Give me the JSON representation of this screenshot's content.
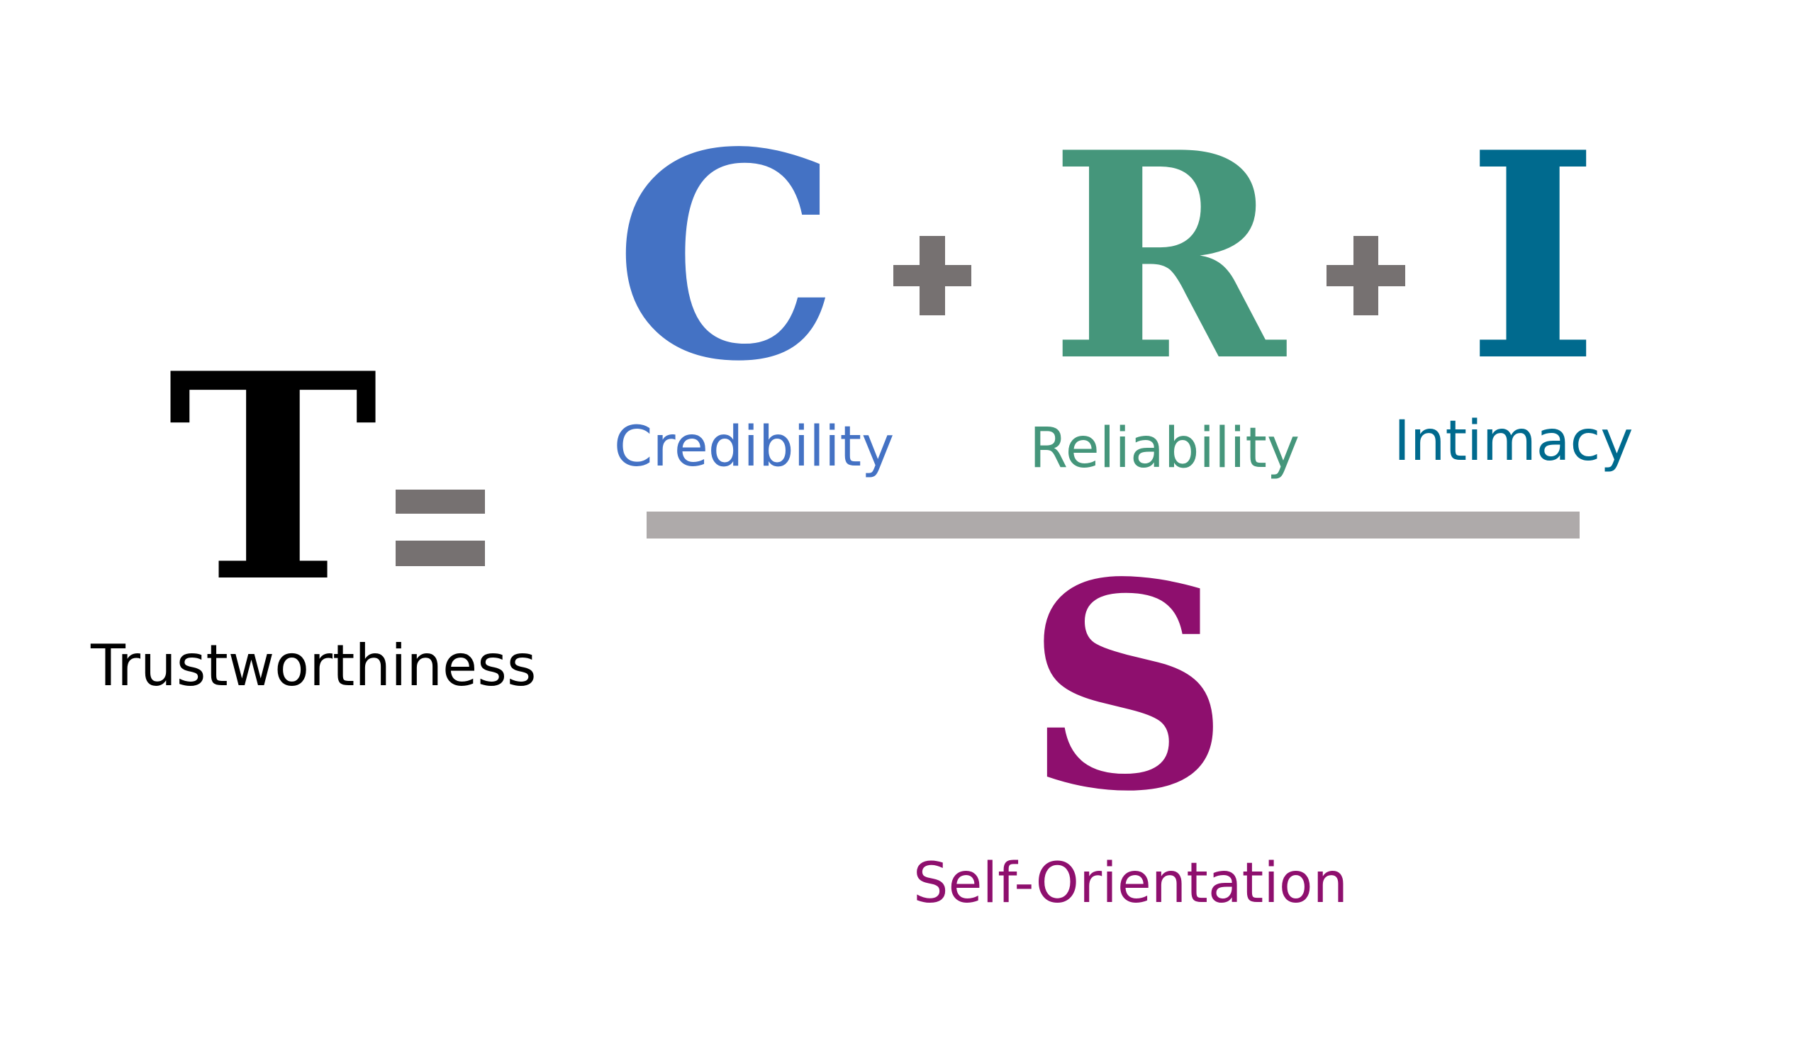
{
  "formula": {
    "lhs": {
      "symbol": "T",
      "label": "Trustworthiness"
    },
    "operator_equals": "=",
    "numerator": [
      {
        "symbol": "C",
        "label": "Credibility",
        "color": "#4472c4"
      },
      {
        "symbol": "R",
        "label": "Reliability",
        "color": "#45967b"
      },
      {
        "symbol": "I",
        "label": "Intimacy",
        "color": "#006a8e"
      }
    ],
    "operator_plus": "+",
    "denominator": {
      "symbol": "S",
      "label": "Self-Orientation",
      "color": "#8e0f6e"
    }
  },
  "colors": {
    "operator": "#767171",
    "fraction_bar": "#aeaaaa",
    "text": "#000000"
  }
}
